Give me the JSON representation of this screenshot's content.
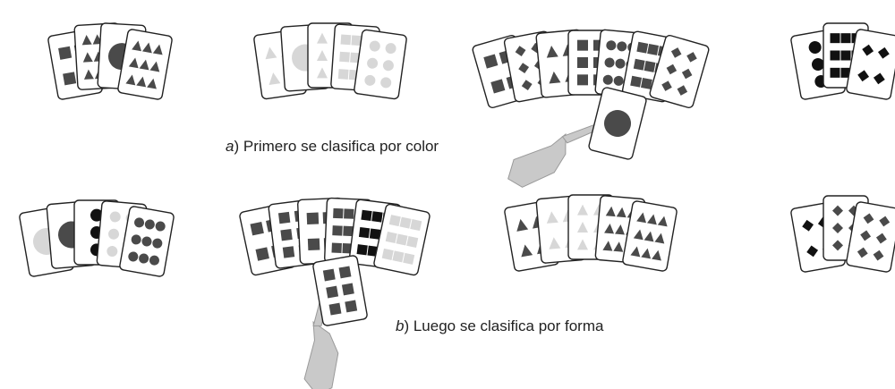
{
  "captions": {
    "a": {
      "letter": "a",
      "text": ") Primero se clasifica por color"
    },
    "b": {
      "letter": "b",
      "text": ") Luego se clasifica por forma"
    }
  },
  "colors": {
    "dark": "#4a4a4a",
    "black": "#111111",
    "light": "#d7d7d7",
    "card_border": "#222222",
    "hand": "#c9c9c9"
  },
  "diagram": {
    "row_a": {
      "groups": [
        {
          "name": "dark-cards",
          "cards": [
            {
              "shape": "square",
              "count": 4,
              "color": "dark"
            },
            {
              "shape": "triangle",
              "count": 9,
              "color": "dark"
            },
            {
              "shape": "circle",
              "count": 1,
              "color": "dark"
            },
            {
              "shape": "triangle",
              "count": 9,
              "color": "dark"
            }
          ]
        },
        {
          "name": "light-cards",
          "cards": [
            {
              "shape": "triangle",
              "count": 4,
              "color": "light"
            },
            {
              "shape": "circle",
              "count": 1,
              "color": "light"
            },
            {
              "shape": "triangle",
              "count": 6,
              "color": "light"
            },
            {
              "shape": "square",
              "count": 9,
              "color": "light"
            },
            {
              "shape": "circle",
              "count": 6,
              "color": "light"
            }
          ]
        },
        {
          "name": "mixed-cards",
          "cards": [
            {
              "shape": "square",
              "count": 4,
              "color": "dark"
            },
            {
              "shape": "diamond",
              "count": 6,
              "color": "dark"
            },
            {
              "shape": "triangle",
              "count": 4,
              "color": "dark"
            },
            {
              "shape": "square",
              "count": 6,
              "color": "dark"
            },
            {
              "shape": "circle",
              "count": 9,
              "color": "dark"
            },
            {
              "shape": "square",
              "count": 9,
              "color": "dark"
            },
            {
              "shape": "diamond",
              "count": 6,
              "color": "dark"
            }
          ]
        },
        {
          "name": "black-cards",
          "cards": [
            {
              "shape": "circle",
              "count": 3,
              "color": "black"
            },
            {
              "shape": "square",
              "count": 9,
              "color": "black"
            },
            {
              "shape": "diamond",
              "count": 4,
              "color": "black"
            }
          ]
        }
      ],
      "held_card": {
        "shape": "circle",
        "count": 1,
        "color": "dark"
      }
    },
    "row_b": {
      "groups": [
        {
          "name": "circle-cards",
          "cards": [
            {
              "shape": "circle",
              "count": 1,
              "color": "light"
            },
            {
              "shape": "circle",
              "count": 1,
              "color": "dark"
            },
            {
              "shape": "circle",
              "count": 3,
              "color": "black"
            },
            {
              "shape": "circle",
              "count": 6,
              "color": "light"
            },
            {
              "shape": "circle",
              "count": 9,
              "color": "dark"
            }
          ]
        },
        {
          "name": "square-cards",
          "cards": [
            {
              "shape": "square",
              "count": 4,
              "color": "dark"
            },
            {
              "shape": "square",
              "count": 6,
              "color": "dark"
            },
            {
              "shape": "square",
              "count": 4,
              "color": "dark"
            },
            {
              "shape": "square",
              "count": 9,
              "color": "dark"
            },
            {
              "shape": "square",
              "count": 9,
              "color": "black"
            },
            {
              "shape": "square",
              "count": 9,
              "color": "light"
            }
          ]
        },
        {
          "name": "triangle-cards",
          "cards": [
            {
              "shape": "triangle",
              "count": 4,
              "color": "dark"
            },
            {
              "shape": "triangle",
              "count": 4,
              "color": "light"
            },
            {
              "shape": "triangle",
              "count": 6,
              "color": "light"
            },
            {
              "shape": "triangle",
              "count": 9,
              "color": "dark"
            },
            {
              "shape": "triangle",
              "count": 9,
              "color": "dark"
            }
          ]
        },
        {
          "name": "diamond-cards",
          "cards": [
            {
              "shape": "diamond",
              "count": 4,
              "color": "black"
            },
            {
              "shape": "diamond",
              "count": 6,
              "color": "dark"
            },
            {
              "shape": "diamond",
              "count": 6,
              "color": "dark"
            }
          ]
        }
      ],
      "held_card": {
        "shape": "square",
        "count": 6,
        "color": "dark"
      }
    }
  }
}
